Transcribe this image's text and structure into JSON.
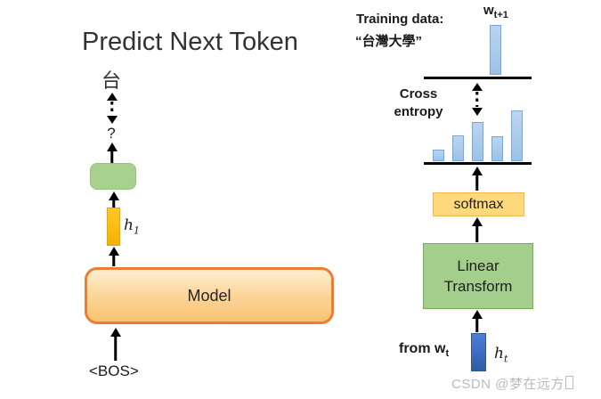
{
  "left_panel": {
    "title": "Predict Next Token",
    "predicted_token": "台",
    "question_mark": "?",
    "hidden_state_label": {
      "base": "h",
      "sub": "1"
    },
    "model_label": "Model",
    "bos_label": "<BOS>"
  },
  "right_panel": {
    "training_data_line1": "Training data:",
    "training_data_line2": "“台灣大學”",
    "target_word_label": {
      "base": "w",
      "sub": "t+1"
    },
    "cross_entropy_line1": "Cross",
    "cross_entropy_line2": "entropy",
    "softmax_label": "softmax",
    "linear_transform_line1": "Linear",
    "linear_transform_line2": "Transform",
    "from_word_label": {
      "base": "from w",
      "sub": "t"
    },
    "hidden_state_label": {
      "base": "h",
      "sub": "t"
    }
  },
  "chart_data": [
    {
      "type": "bar",
      "name": "target-one-hot-distribution",
      "description": "ground-truth one-hot vector above the top baseline",
      "categories": [
        "w_t+1"
      ],
      "values": [
        56
      ],
      "unit": "px-height",
      "bar_color": "#9CC2E6"
    },
    {
      "type": "bar",
      "name": "predicted-probability-distribution",
      "description": "softmax output distribution above the lower baseline",
      "categories": [
        "token1",
        "token2",
        "token3",
        "token4",
        "token5"
      ],
      "values": [
        13,
        29,
        44,
        28,
        57
      ],
      "unit": "px-height",
      "bar_color": "#9CC2E6"
    }
  ],
  "watermark": "CSDN @梦在远方",
  "colors": {
    "model_border_orange": "#ED7D31",
    "model_fill_top": "#FDEECF",
    "model_fill_bottom": "#FAC272",
    "green_box_fill": "#A9D18E",
    "softmax_fill": "#FFD97C",
    "gold_vector": "#FFC000",
    "light_blue_bar": "#9CC2E6",
    "dark_blue_vector": "#4472C4",
    "arrow_black": "#000000",
    "watermark_gray": "#B7BBC3"
  }
}
